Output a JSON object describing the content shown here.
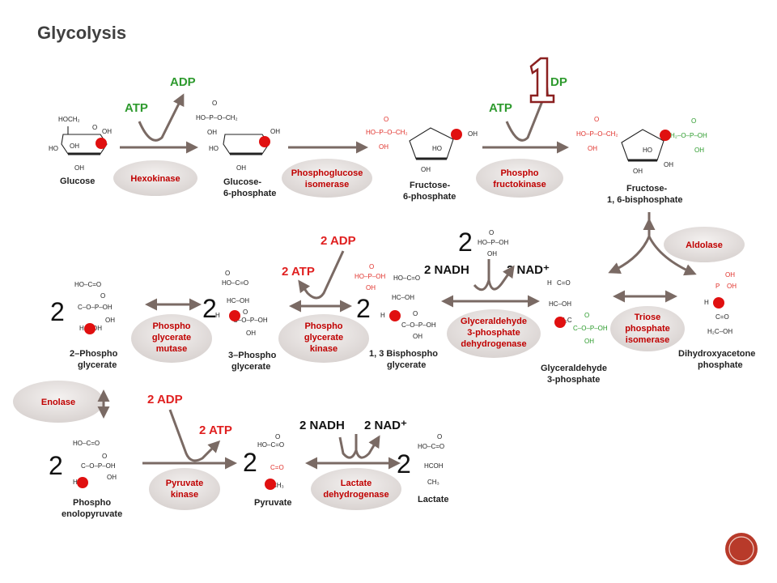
{
  "title": "Glycolysis",
  "colors": {
    "enzyme_text": "#c00000",
    "atp_green": "#2e9a2e",
    "atp_red": "#e02020",
    "arrow": "#7a6a64",
    "marker": "#e01010",
    "accent_circle": "#b83a2a"
  },
  "enzymes": {
    "hexokinase": "Hexokinase",
    "pgi": [
      "Phosphoglucose",
      "isomerase"
    ],
    "pfk": [
      "Phospho",
      "fructokinase"
    ],
    "aldolase": "Aldolase",
    "tpi": [
      "Triose",
      "phosphate",
      "isomerase"
    ],
    "gapdh": [
      "Glyceraldehyde",
      "3-phosphate",
      "dehydrogenase"
    ],
    "pgk": [
      "Phospho",
      "glycerate",
      "kinase"
    ],
    "pgm": [
      "Phospho",
      "glycerate",
      "mutase"
    ],
    "enolase": "Enolase",
    "pk": [
      "Pyruvate",
      "kinase"
    ],
    "ldh": [
      "Lactate",
      "dehydrogenase"
    ]
  },
  "compounds": {
    "glucose": [
      "Glucose"
    ],
    "g6p": [
      "Glucose-",
      "6-phosphate"
    ],
    "f6p": [
      "Fructose-",
      "6-phosphate"
    ],
    "f16bp": [
      "Fructose-",
      "1, 6-bisphosphate"
    ],
    "dhap": [
      "Dihydroxyacetone",
      "phosphate"
    ],
    "gap": [
      "Glyceraldehyde",
      "3-phosphate"
    ],
    "bpg": [
      "1, 3 Bisphospho",
      "glycerate"
    ],
    "pg3": [
      "3–Phospho",
      "glycerate"
    ],
    "pg2": [
      "2–Phospho",
      "glycerate"
    ],
    "pep": [
      "Phospho",
      "enolopyruvate"
    ],
    "pyruvate": [
      "Pyruvate"
    ],
    "lactate": [
      "Lactate"
    ]
  },
  "cofactors": {
    "hk_atp": "ATP",
    "hk_adp": "ADP",
    "pfk_atp": "ATP",
    "pfk_adp": "DP",
    "gapdh_nadh": "2 NADH",
    "gapdh_nad": "2 NAD⁺",
    "pgk_adp": "2 ADP",
    "pgk_atp": "2 ATP",
    "pk_adp": "2 ADP",
    "pk_atp": "2 ATP",
    "ldh_nadh": "2 NADH",
    "ldh_nad": "2 NAD⁺"
  },
  "multipliers": {
    "pi": "2",
    "bpg": "2",
    "pg3": "2",
    "pg2": "2",
    "pep": "2",
    "pyr": "2",
    "lac": "2"
  },
  "overlay_digit": "1",
  "atoms": {
    "hoch2": "HOCH₂",
    "oh": "OH",
    "ho": "HO",
    "h": "H",
    "o": "O",
    "p": "P",
    "pi_top": "O",
    "pi_row": "HO–P–OH",
    "pi_bot": "OH",
    "g6p_row": "HO–P–O–CH₂",
    "f6p_row": "HO–P–O–CH₂",
    "fbp_row": "HO–P–O–CH₂",
    "fbp_right": "H₂–O–P–OH",
    "cho": "C=O",
    "choh": "C–OH",
    "h2coh": "H₂C–OH",
    "h2c": "H₂C",
    "ho_c_o": "HO–C=O",
    "c_o_p": "C–O–P–OH",
    "hc_oh": "HC–OH",
    "hcoh": "HCOH",
    "ch3": "CH₃",
    "c_eq_o": "C=O",
    "hc": "HC",
    "c_o": "C–O"
  }
}
